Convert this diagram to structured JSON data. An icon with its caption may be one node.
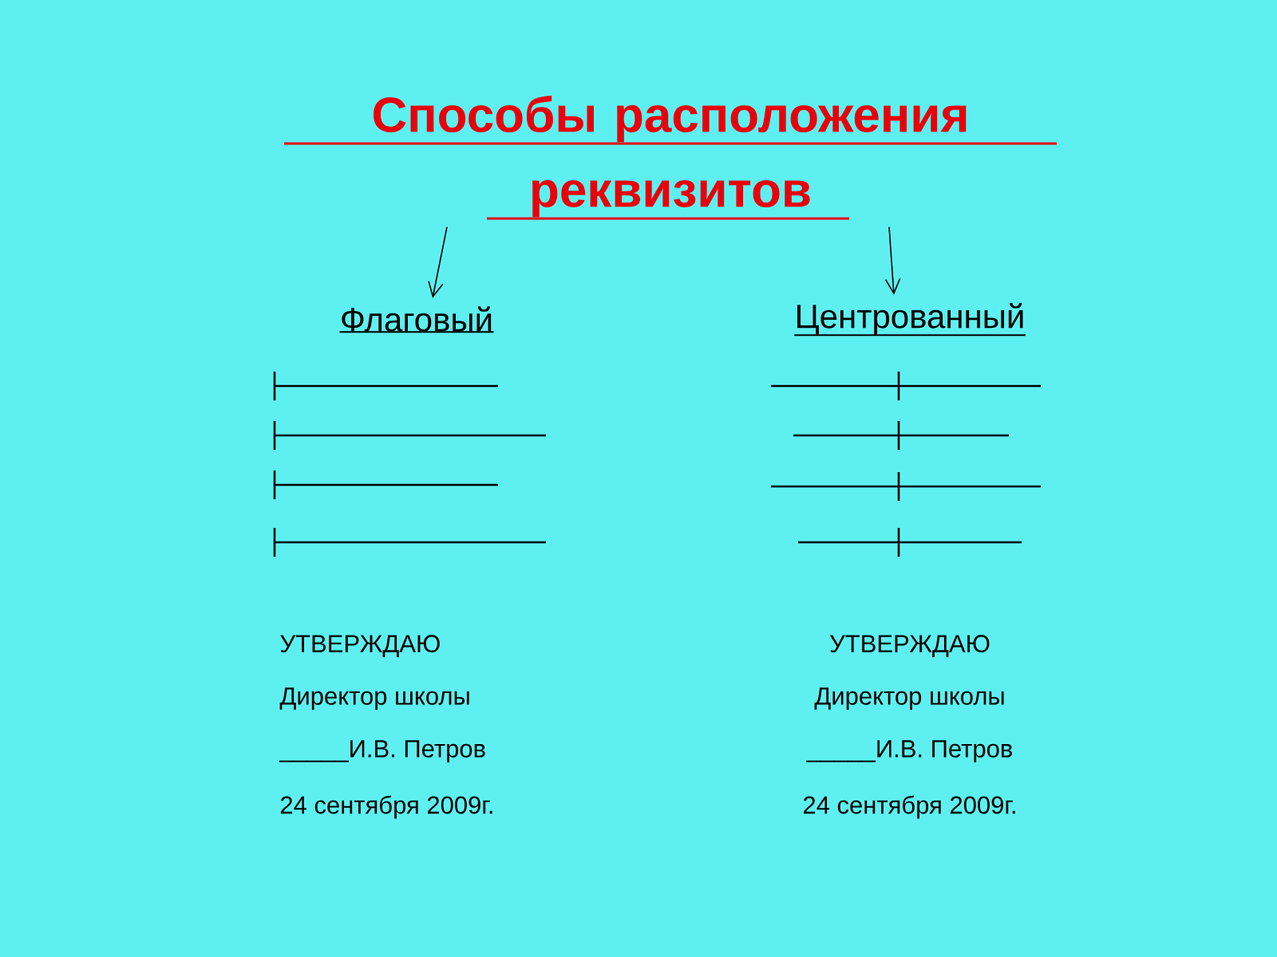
{
  "diagram": {
    "nodes": [
      {
        "text": [
          "Способы расположения реквизитов"
        ]
      },
      {
        "text": [
          "Флаговый"
        ]
      },
      {
        "text": [
          "Центрованный"
        ]
      }
    ],
    "edges": [
      {
        "from": 0,
        "to": 1,
        "arrow": "to"
      },
      {
        "from": 0,
        "to": 2,
        "arrow": "to"
      }
    ],
    "labels": [
      "УТВЕРЖДАЮ",
      "Директор школы",
      "_____И.В. Петров",
      "24 сентября 2009г.",
      "УТВЕРЖДАЮ",
      "Директор школы",
      "_____И.В. Петров",
      "24 сентября 2009г."
    ]
  }
}
